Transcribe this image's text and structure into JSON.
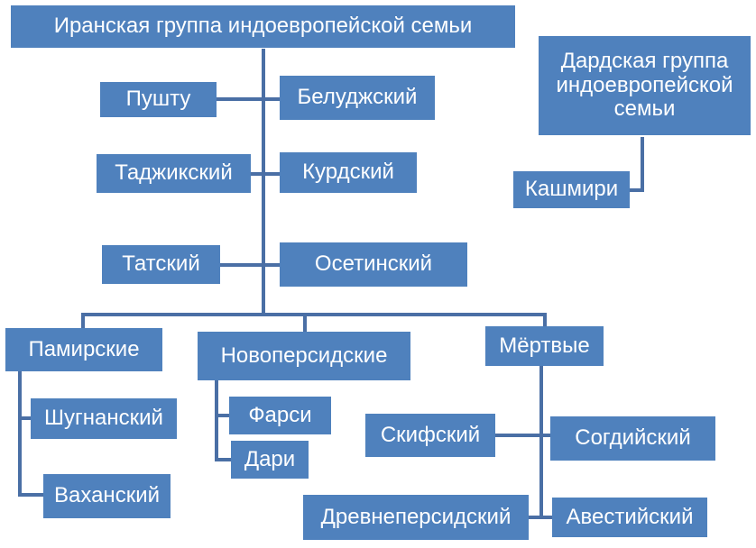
{
  "nodes": {
    "iranian_group": "Иранская группа индоевропейской семьи",
    "dardic_group": "Дардская группа индоевропейской семьи",
    "kashmiri": "Кашмири",
    "pashto": "Пушту",
    "baluchi": "Белуджский",
    "tajik": "Таджикский",
    "kurdish": "Курдский",
    "tat": "Татский",
    "ossetian": "Осетинский",
    "pamir": "Памирские",
    "new_persian": "Новоперсидские",
    "dead": "Мёртвые",
    "shughni": "Шугнанский",
    "wakhi": "Ваханский",
    "farsi": "Фарси",
    "dari": "Дари",
    "scythian": "Скифский",
    "sogdian": "Согдийский",
    "old_persian": "Древнеперсидский",
    "avestan": "Авестийский"
  },
  "colors": {
    "node_fill": "#4f81bd",
    "connector": "#4a6fa5",
    "text": "#ffffff"
  }
}
